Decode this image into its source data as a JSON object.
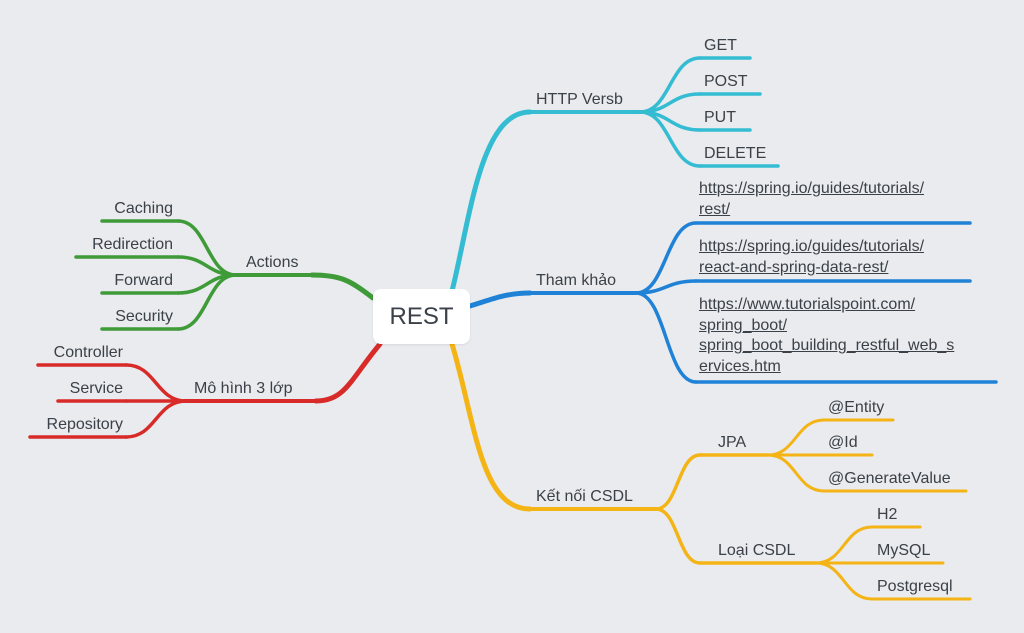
{
  "root": {
    "label": "REST"
  },
  "branches": {
    "http": {
      "label": "HTTP Versb",
      "color": "#33bcd2",
      "items": [
        "GET",
        "POST",
        "PUT",
        "DELETE"
      ]
    },
    "thamkhao": {
      "label": "Tham khảo",
      "color": "#1f82d6",
      "links": [
        [
          "https://spring.io/guides/tutorials/",
          "rest/"
        ],
        [
          "https://spring.io/guides/tutorials/",
          "react-and-spring-data-rest/"
        ],
        [
          "https://www.tutorialspoint.com/",
          "spring_boot/",
          "spring_boot_building_restful_web_s",
          "ervices.htm"
        ]
      ]
    },
    "csdl": {
      "label": "Kết nối CSDL",
      "color": "#f5b416",
      "jpa": {
        "label": "JPA",
        "items": [
          "@Entity",
          "@Id",
          "@GenerateValue"
        ]
      },
      "loai": {
        "label": "Loại CSDL",
        "items": [
          "H2",
          "MySQL",
          "Postgresql"
        ]
      }
    },
    "actions": {
      "label": "Actions",
      "color": "#3f9a38",
      "items": [
        "Caching",
        "Redirection",
        "Forward",
        "Security"
      ]
    },
    "mohinh": {
      "label": "Mô hình 3 lớp",
      "color": "#d92a2a",
      "items": [
        "Controller",
        "Service",
        "Repository"
      ]
    }
  }
}
